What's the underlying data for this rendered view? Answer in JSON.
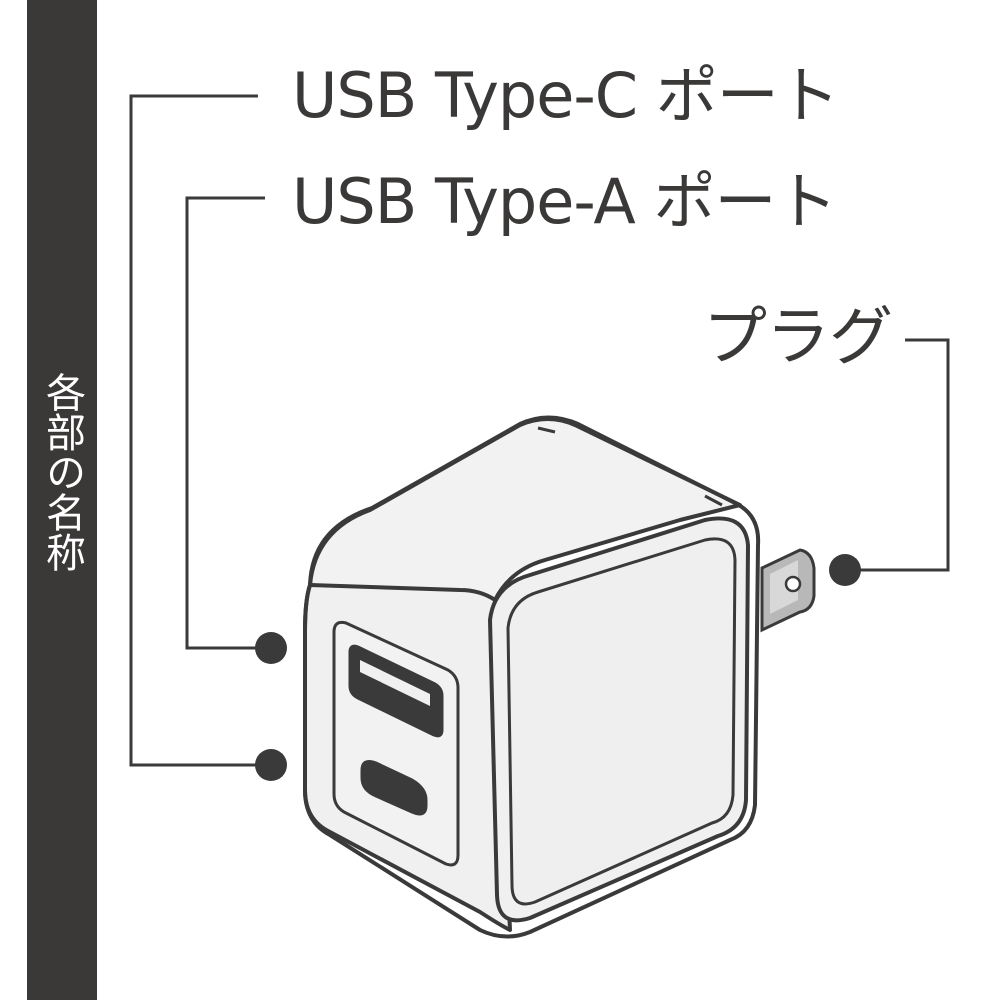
{
  "sidebar": {
    "title": "各部の名称"
  },
  "labels": {
    "usb_c": "USB Type-C ポート",
    "usb_a": "USB Type-A ポート",
    "plug": "プラグ"
  },
  "colors": {
    "sidebar_bg": "#3b3838",
    "text": "#3b3838",
    "outline": "#3a3a3a",
    "body_fill": "#f0f0f0",
    "port_fill": "#3a3a3a",
    "plug_metal": "#b8b8b8"
  }
}
